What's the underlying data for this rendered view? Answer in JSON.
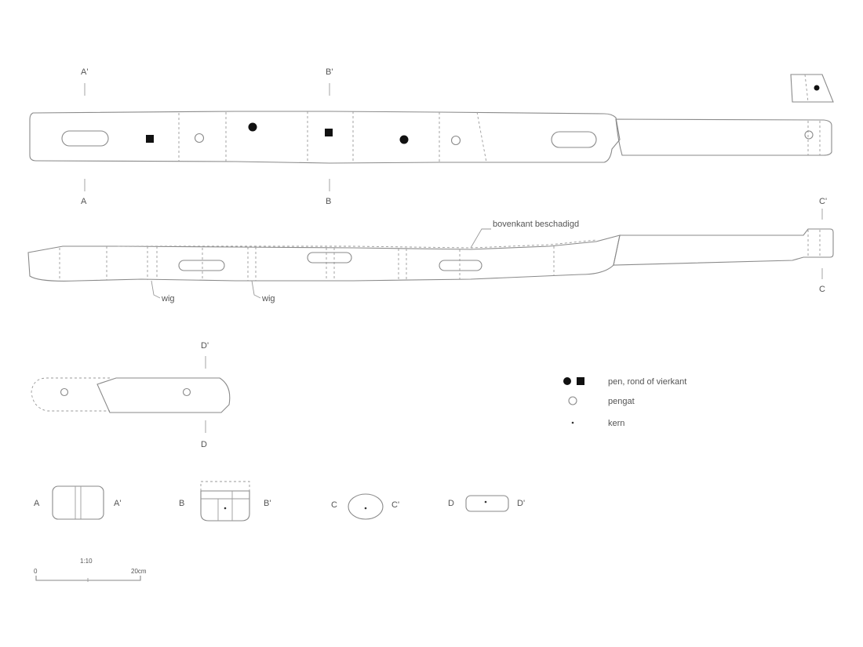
{
  "labels": {
    "a_top": "A'",
    "a_bottom": "A",
    "b_top": "B'",
    "b_bottom": "B",
    "c_top": "C'",
    "c_bottom": "C",
    "d_top": "D'",
    "d_bottom": "D",
    "damage_note": "bovenkant beschadigd",
    "wedge_1": "wig",
    "wedge_2": "wig",
    "sec_a_left": "A",
    "sec_a_right": "A'",
    "sec_b_left": "B",
    "sec_b_right": "B'",
    "sec_c_left": "C",
    "sec_c_right": "C'",
    "sec_d_left": "D",
    "sec_d_right": "D'"
  },
  "legend": [
    {
      "symbol": "filled-circle-and-square",
      "label": "pen, rond of vierkant"
    },
    {
      "symbol": "open-circle",
      "label": "pengat"
    },
    {
      "symbol": "dot",
      "label": "kern"
    }
  ],
  "scale": {
    "title": "1:10",
    "start": "0",
    "end": "20cm"
  }
}
